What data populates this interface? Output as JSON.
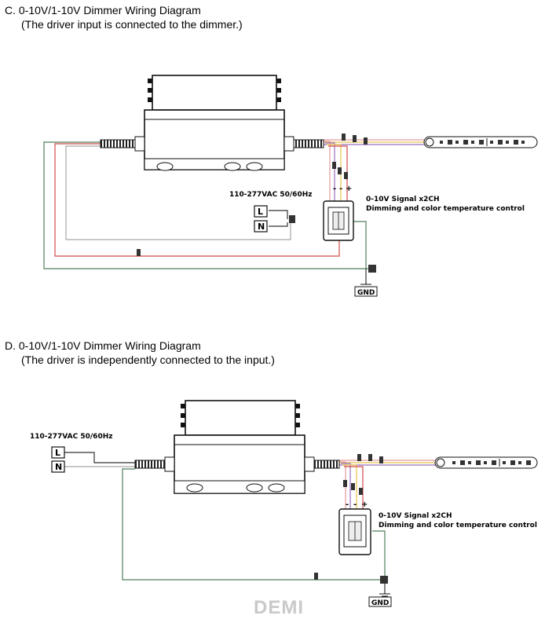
{
  "section_c": {
    "title": "C. 0-10V/1-10V Dimmer Wiring Diagram",
    "subtitle": "(The driver input is connected to the dimmer.)",
    "voltage": "110-277VAC 50/60Hz",
    "signal_line1": "0-10V Signal x2CH",
    "signal_line2": "Dimming and color temperature control",
    "line_label": "L",
    "neutral_label": "N",
    "ground_label": "GND",
    "minus_label": "-",
    "plus_label": "+"
  },
  "section_d": {
    "title": "D. 0-10V/1-10V Dimmer Wiring Diagram",
    "subtitle": "(The driver is independently connected to the input.)",
    "voltage": "110-277VAC 50/60Hz",
    "signal_line1": "0-10V Signal x2CH",
    "signal_line2": "Dimming and color temperature control",
    "line_label": "L",
    "neutral_label": "N",
    "ground_label": "GND",
    "minus_label": "-",
    "plus_label": "+"
  },
  "watermark": "DEMI",
  "colors": {
    "wire_green": "#4f7f5a",
    "wire_gray": "#a8a8a8",
    "wire_red": "#d24a4a",
    "wire_yellow": "#e8c34a",
    "wire_purple": "#9a6fc0",
    "wire_pink": "#e39aa0",
    "wire_brown": "#b07a4a"
  }
}
